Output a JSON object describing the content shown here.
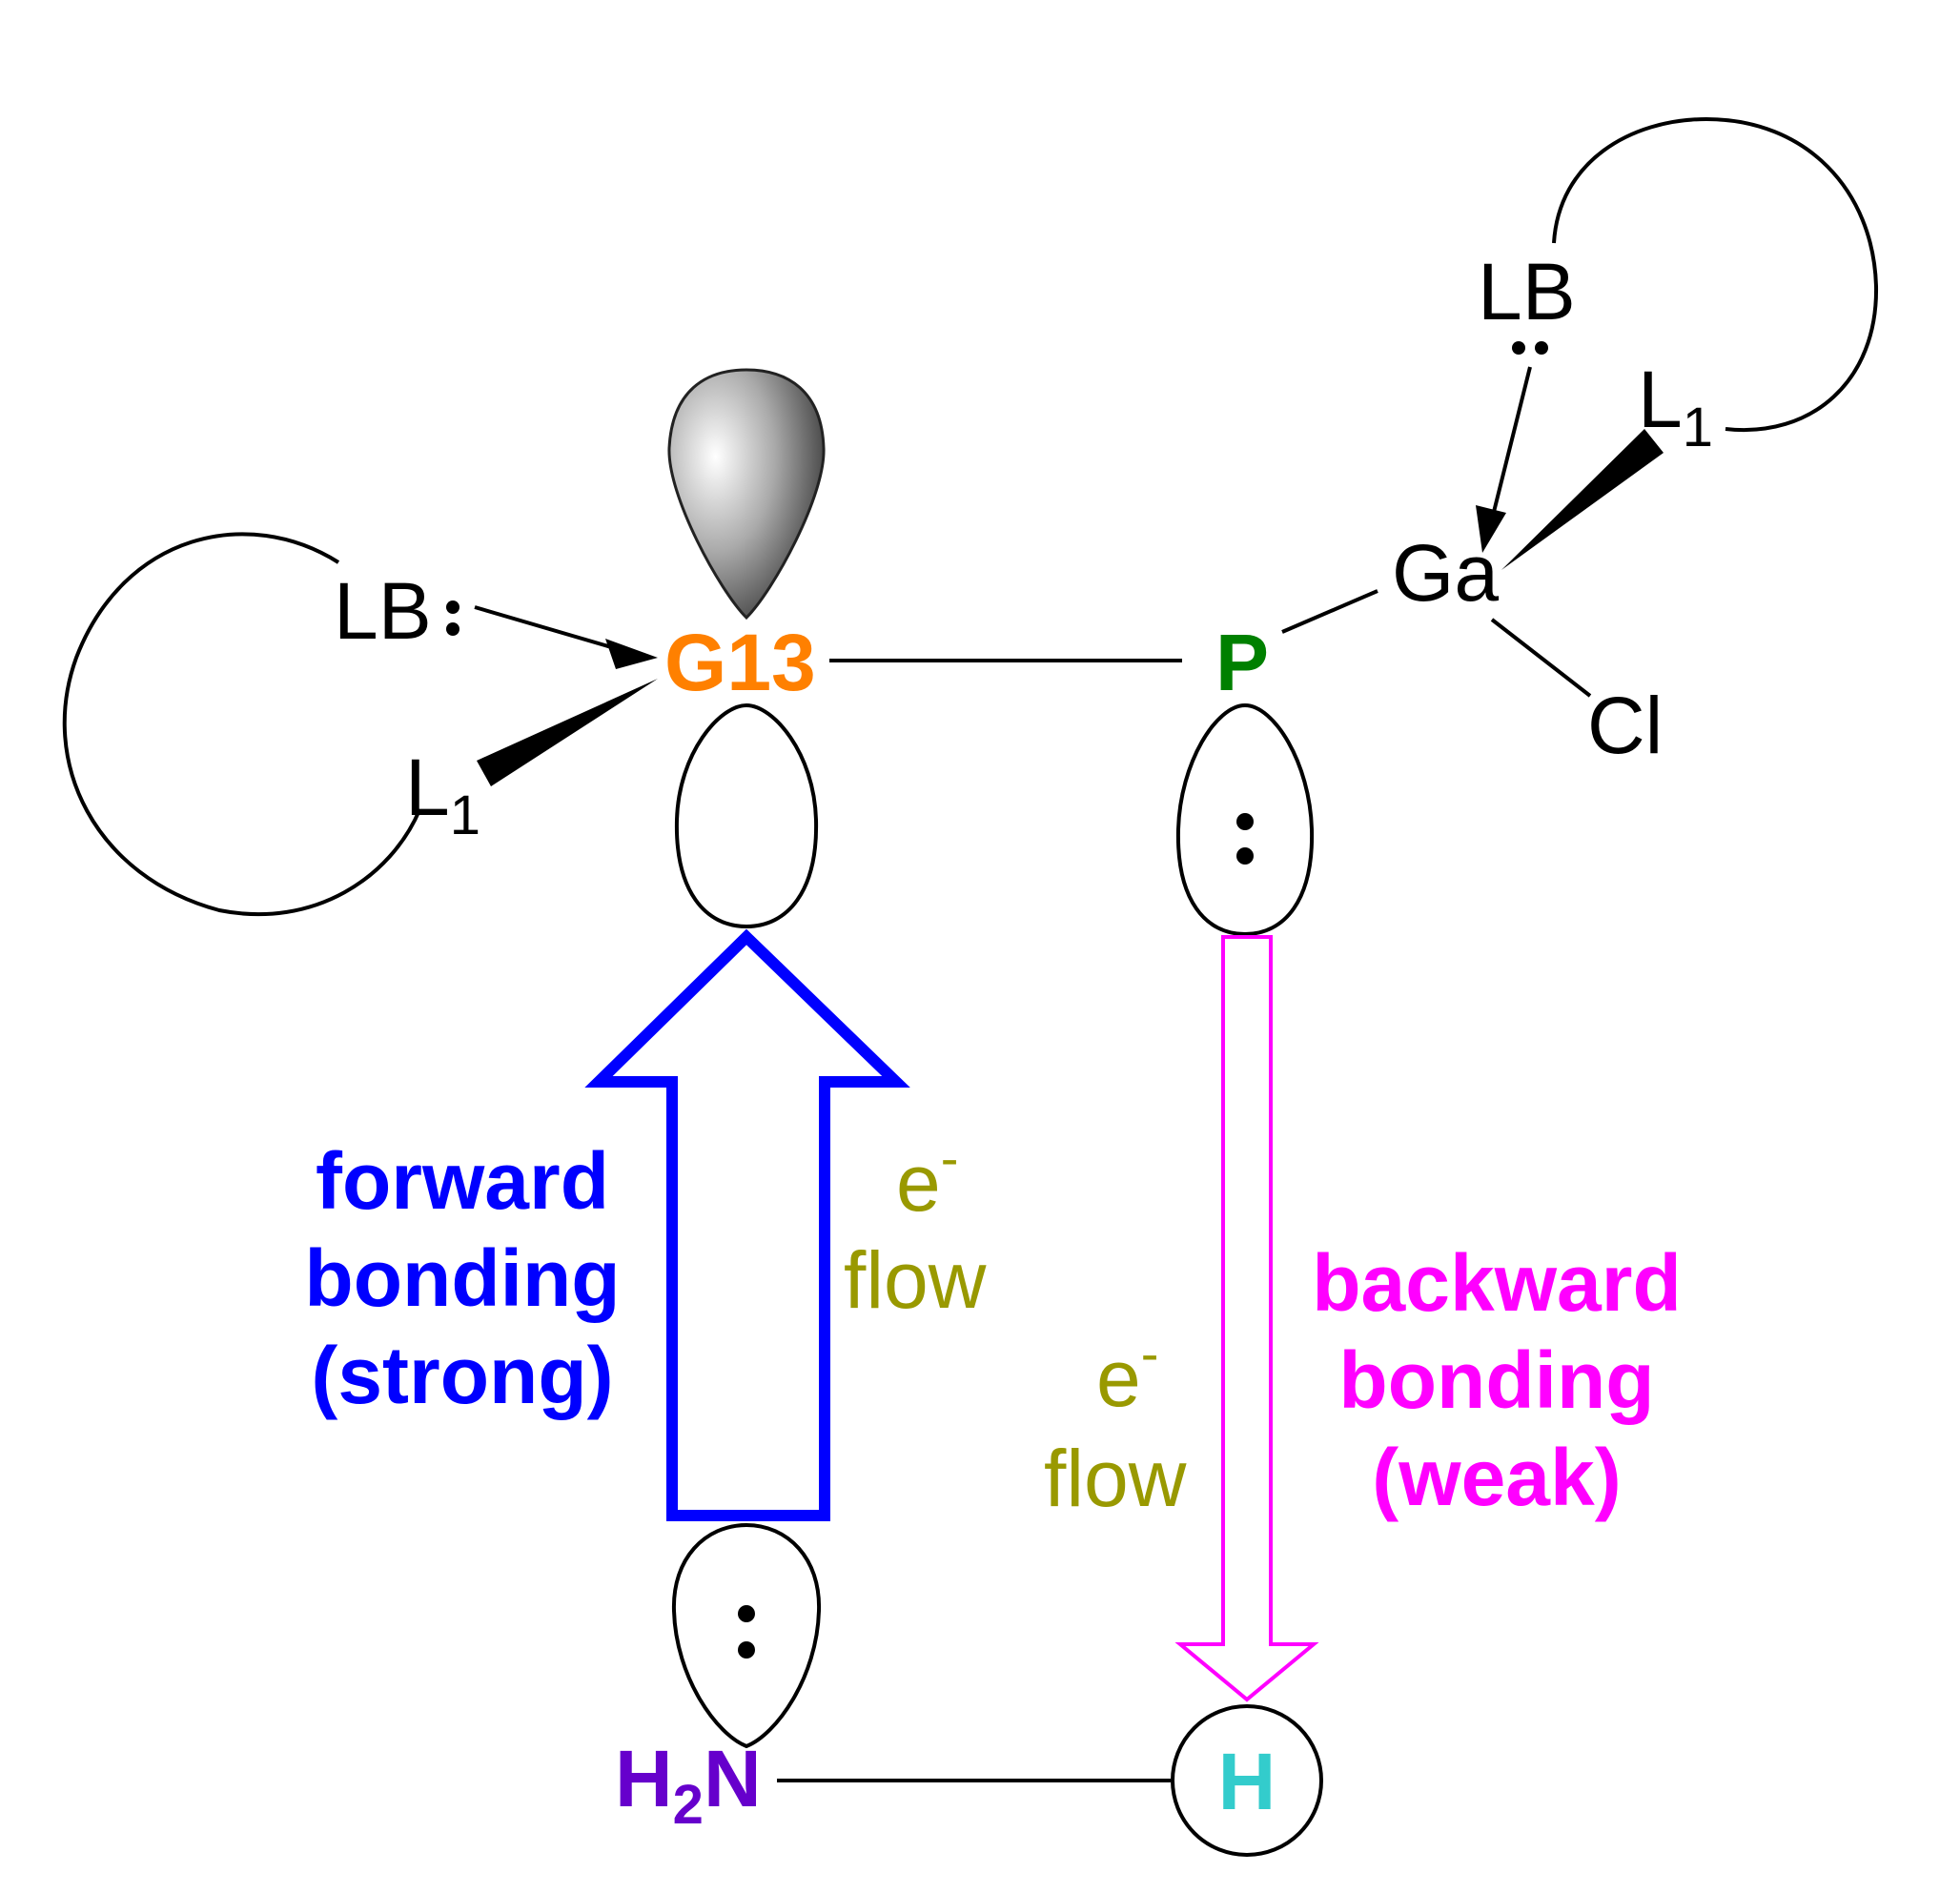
{
  "colors": {
    "g13": "#ff8000",
    "p": "#008000",
    "h2n": "#6600cc",
    "h": "#33cccc",
    "forward": "#0000ff",
    "backward": "#ff00ff",
    "eflow": "#999900",
    "line": "#000000"
  },
  "atoms": {
    "g13": "G13",
    "p": "P",
    "ga": "Ga",
    "cl": "Cl",
    "lb_left": "LB",
    "lb_right": "LB",
    "l_left": "L",
    "l_left_sub": "1",
    "l_right": "L",
    "l_right_sub": "1",
    "h2n_h": "H",
    "h2n_sub": "2",
    "h2n_n": "N",
    "h": "H"
  },
  "labels": {
    "forward_line1": "forward",
    "forward_line2": "bonding",
    "forward_line3": "(strong)",
    "backward_line1": "backward",
    "backward_line2": "bonding",
    "backward_line3": "(weak)",
    "eflow_left_e": "e",
    "eflow_left_sup": "-",
    "eflow_left_flow": "flow",
    "eflow_right_e": "e",
    "eflow_right_sup": "-",
    "eflow_right_flow": "flow"
  }
}
